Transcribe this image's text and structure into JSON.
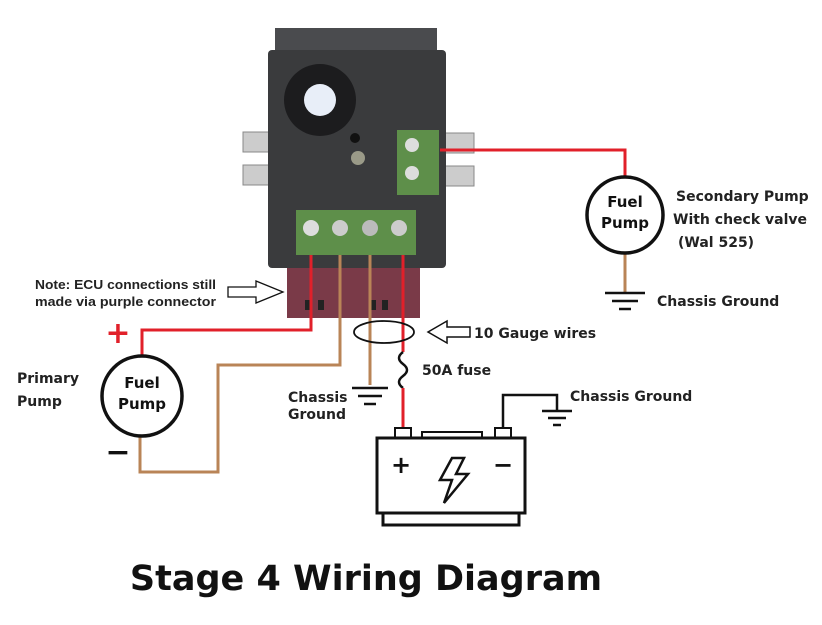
{
  "title": "Stage 4 Wiring Diagram",
  "note": {
    "line1": "Note: ECU connections still",
    "line2": "made via purple connector"
  },
  "primary_pump": {
    "label_line1": "Primary",
    "label_line2": "Pump",
    "symbol_line1": "Fuel",
    "symbol_line2": "Pump",
    "plus": "+",
    "minus": "−"
  },
  "secondary_pump": {
    "symbol_line1": "Fuel",
    "symbol_line2": "Pump",
    "label_line1": "Secondary Pump",
    "label_line2": "With check valve",
    "label_line3": "(Wal 525)"
  },
  "grounds": {
    "secondary": "Chassis Ground",
    "center_line1": "Chassis",
    "center_line2": "Ground",
    "battery": "Chassis Ground"
  },
  "wires_label": "10 Gauge wires",
  "fuse_label": "50A fuse",
  "battery": {
    "plus": "+",
    "minus": "−"
  },
  "colors": {
    "positive_wire": "#e1202a",
    "signal_wire": "#b98457",
    "ground_wire": "#111111",
    "terminal_block": "#5e8f4a",
    "connector": "#7a3a48",
    "module_body": "#3a3b3d"
  }
}
